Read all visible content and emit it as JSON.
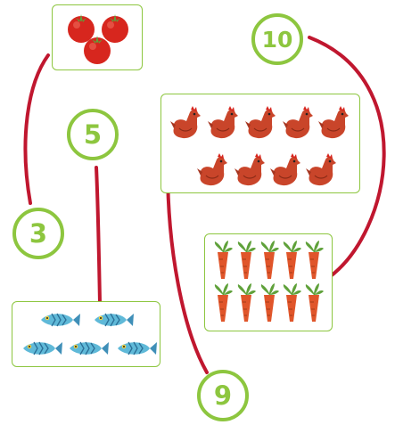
{
  "numbers": {
    "three": "3",
    "five": "5",
    "nine": "9",
    "ten": "10"
  },
  "groups": {
    "tomatoes": {
      "icon": "tomato-icon",
      "count": 3
    },
    "fish": {
      "icon": "fish-icon",
      "count": 5
    },
    "hens": {
      "icon": "hen-icon",
      "count": 9
    },
    "carrots": {
      "icon": "carrot-icon",
      "count": 10
    }
  },
  "colors": {
    "accent_green": "#8dc63f",
    "line_red": "#c0172f",
    "tomato": "#d7261e",
    "hen": "#c9452a",
    "carrot": "#e0552a",
    "leaf": "#5fa13a",
    "fish": "#5fb9d8"
  }
}
